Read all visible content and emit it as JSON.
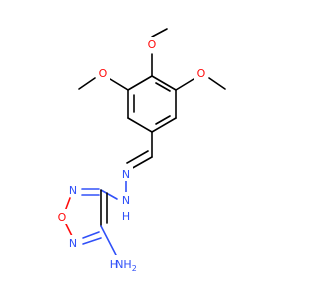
{
  "molecule": {
    "atoms": {
      "o_top": "O",
      "o_left": "O",
      "o_right": "O",
      "n_hydrazone_1": "N",
      "n_hydrazone_2": "N",
      "h_nh": "H",
      "n_oxadiazole_1": "N",
      "o_oxadiazole": "O",
      "n_oxadiazole_2": "N",
      "amine": "NH",
      "amine_subscript": "2",
      "amine_h": "H"
    }
  },
  "colors": {
    "carbon_bond": "#000000",
    "oxygen": "#ff0d0d",
    "nitrogen": "#3050f8"
  }
}
